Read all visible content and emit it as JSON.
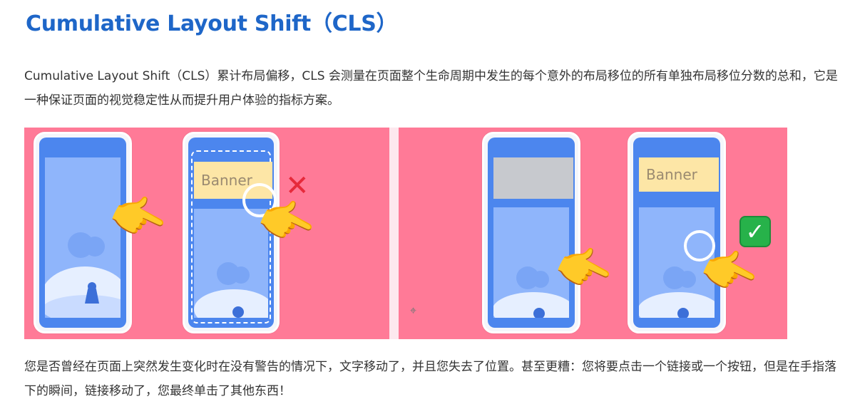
{
  "article": {
    "title": "Cumulative Layout Shift（CLS）",
    "intro": "Cumulative Layout Shift（CLS）累计布局偏移，CLS 会测量在页面整个生命周期中发生的每个意外的布局移位的所有单独布局移位分数的总和，它是一种保证页面的视觉稳定性从而提升用户体验的指标方案。",
    "body": "您是否曾经在页面上突然发生变化时在没有警告的情况下，文字移动了，并且您失去了位置。甚至更糟：您将要点击一个链接或一个按钮，但是在手指落下的瞬间，链接移动了，您最终单击了其他东西！"
  },
  "illustration": {
    "bad_banner_label": "Banner",
    "good_banner_label": "Banner",
    "bad_mark": "✕",
    "good_mark": "✓",
    "hand_glyph": "👉",
    "colors": {
      "background": "#ff7a97",
      "phone_frame": "#4c86ee",
      "screen": "#8fb5fb",
      "banner": "#fde6a6",
      "placeholder": "#c7c9ce",
      "cross": "#e62a3b",
      "check": "#27b24a",
      "title": "#1e66c8"
    },
    "icons": [
      "pointing-hand-icon",
      "cross-icon",
      "checkmark-icon",
      "tap-ring-icon"
    ]
  }
}
